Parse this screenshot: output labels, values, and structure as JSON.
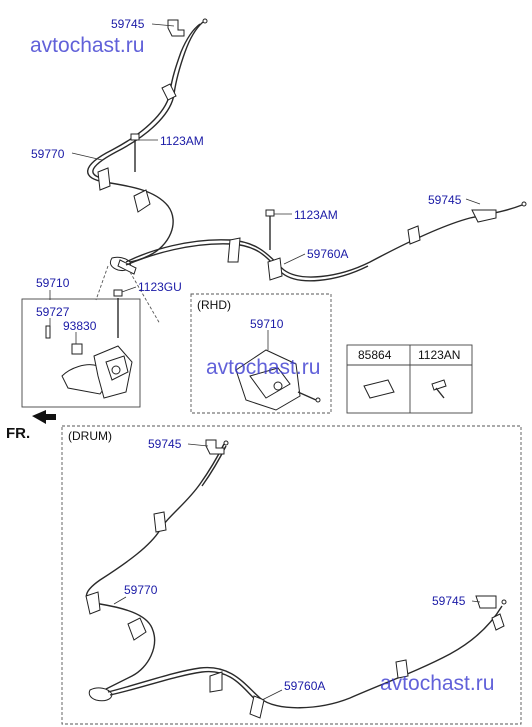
{
  "watermark": {
    "text": "avtochast.ru"
  },
  "labels": {
    "p59745_a": "59745",
    "p59770_a": "59770",
    "p1123am_a": "1123AM",
    "p1123am_b": "1123AM",
    "p59745_b": "59745",
    "p59760a_a": "59760A",
    "p59710_a": "59710",
    "p1123gu": "1123GU",
    "p59727": "59727",
    "p93830": "93830",
    "rhd": "(RHD)",
    "p59710_b": "59710",
    "p85864": "85864",
    "p1123an": "1123AN",
    "fr": "FR.",
    "drum": "(DRUM)",
    "p59745_c": "59745",
    "p59770_b": "59770",
    "p59745_d": "59745",
    "p59760a_b": "59760A"
  }
}
